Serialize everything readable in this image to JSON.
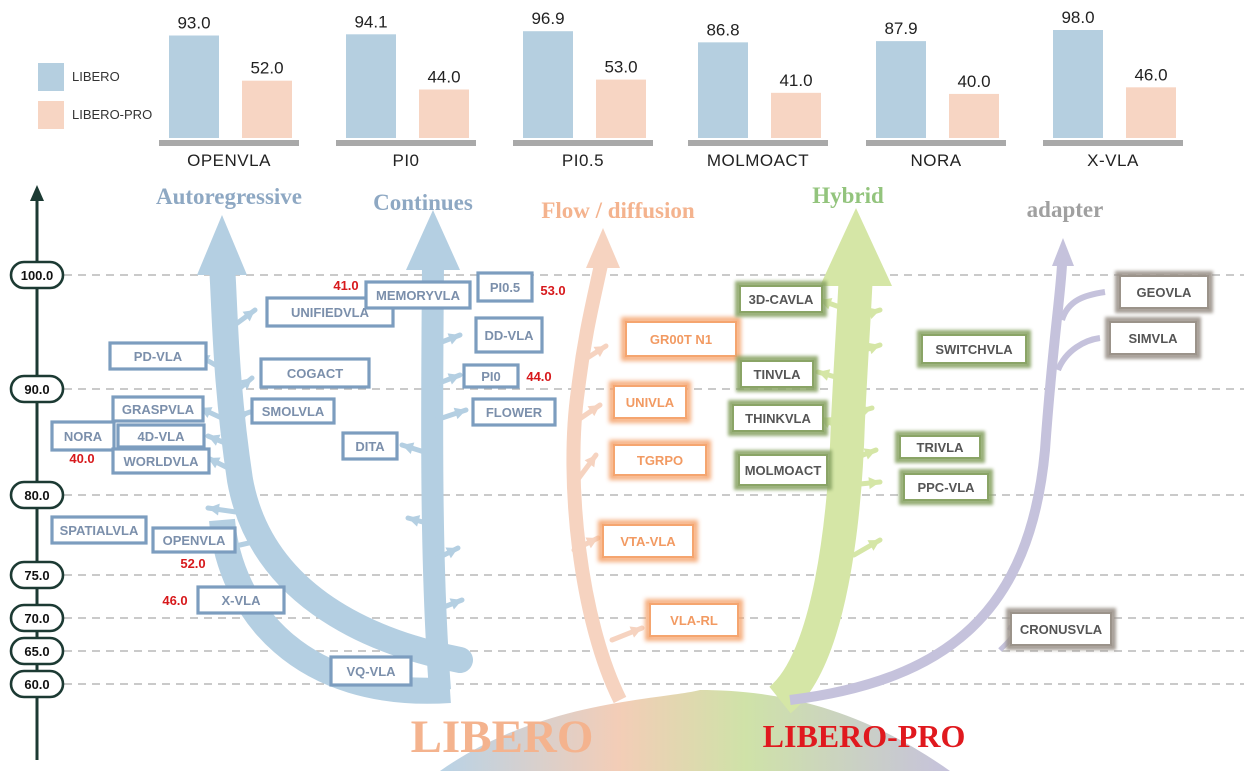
{
  "chart_data": [
    {
      "type": "bar",
      "categories": [
        "OPENVLA",
        "PI0",
        "PI0.5",
        "MOLMOACT",
        "NORA",
        "X-VLA"
      ],
      "series": [
        {
          "name": "LIBERO",
          "values": [
            93.0,
            94.1,
            96.9,
            86.8,
            87.9,
            98.0
          ]
        },
        {
          "name": "LIBERO-PRO",
          "values": [
            52.0,
            44.0,
            53.0,
            41.0,
            40.0,
            46.0
          ]
        }
      ],
      "value_labels": {
        "libero": [
          "93.0",
          "94.1",
          "96.9",
          "86.8",
          "87.9",
          "98.0"
        ],
        "libero_pro": [
          "52.0",
          "44.0",
          "53.0",
          "41.0",
          "40.0",
          "46.0"
        ]
      },
      "legend": "left",
      "colors": {
        "libero": "#b5cfe0",
        "libero_pro": "#f7d5c3"
      }
    },
    {
      "type": "tree",
      "y_ticks": [
        "100.0",
        "90.0",
        "80.0",
        "75.0",
        "70.0",
        "65.0",
        "60.0"
      ],
      "y_values": [
        100,
        90,
        80,
        75,
        70,
        65,
        60
      ],
      "families": [
        {
          "label": "Autoregressive",
          "color": "#8ea8c3"
        },
        {
          "label": "Continues",
          "color": "#8ea8c3"
        },
        {
          "label": "Flow / diffusion",
          "color": "#f4b38e"
        },
        {
          "label": "Hybrid",
          "color": "#93c47d"
        },
        {
          "label": "adapter",
          "color": "#a0a0a0"
        }
      ],
      "models": [
        {
          "name": "UNIFIEDVLA",
          "family": "Autoregressive"
        },
        {
          "name": "PD-VLA",
          "family": "Autoregressive"
        },
        {
          "name": "COGACT",
          "family": "Autoregressive"
        },
        {
          "name": "GRASPVLA",
          "family": "Autoregressive"
        },
        {
          "name": "SMOLVLA",
          "family": "Autoregressive"
        },
        {
          "name": "NORA",
          "family": "Autoregressive",
          "libero_pro": "40.0"
        },
        {
          "name": "4D-VLA",
          "family": "Autoregressive"
        },
        {
          "name": "WORLDVLA",
          "family": "Autoregressive"
        },
        {
          "name": "SPATIALVLA",
          "family": "Autoregressive"
        },
        {
          "name": "OPENVLA",
          "family": "Autoregressive",
          "libero_pro": "52.0"
        },
        {
          "name": "X-VLA",
          "family": "Autoregressive",
          "libero_pro": "46.0"
        },
        {
          "name": "VQ-VLA",
          "family": "Autoregressive"
        },
        {
          "name": "MEMORYVLA",
          "family": "Continues",
          "libero_pro": "41.0"
        },
        {
          "name": "PI0.5",
          "family": "Continues",
          "libero_pro": "53.0"
        },
        {
          "name": "DD-VLA",
          "family": "Continues"
        },
        {
          "name": "PI0",
          "family": "Continues",
          "libero_pro": "44.0"
        },
        {
          "name": "FLOWER",
          "family": "Continues"
        },
        {
          "name": "DITA",
          "family": "Continues"
        },
        {
          "name": "GR00T N1",
          "family": "Flow / diffusion"
        },
        {
          "name": "UNIVLA",
          "family": "Flow / diffusion"
        },
        {
          "name": "TGRPO",
          "family": "Flow / diffusion"
        },
        {
          "name": "VTA-VLA",
          "family": "Flow / diffusion"
        },
        {
          "name": "VLA-RL",
          "family": "Flow / diffusion"
        },
        {
          "name": "3D-CAVLA",
          "family": "Hybrid"
        },
        {
          "name": "SWITCHVLA",
          "family": "Hybrid"
        },
        {
          "name": "TINVLA",
          "family": "Hybrid"
        },
        {
          "name": "THINKVLA",
          "family": "Hybrid"
        },
        {
          "name": "TRIVLA",
          "family": "Hybrid"
        },
        {
          "name": "MOLMOACT",
          "family": "Hybrid"
        },
        {
          "name": "PPC-VLA",
          "family": "Hybrid"
        },
        {
          "name": "GEOVLA",
          "family": "adapter"
        },
        {
          "name": "SIMVLA",
          "family": "adapter"
        },
        {
          "name": "CRONUSVLA",
          "family": "adapter"
        }
      ],
      "root_labels": {
        "left": "LIBERO",
        "right": "LIBERO-PRO"
      },
      "root_colors": {
        "left": "#f4b38e",
        "right": "#e0191e"
      },
      "score_color": "#d7191c"
    }
  ]
}
